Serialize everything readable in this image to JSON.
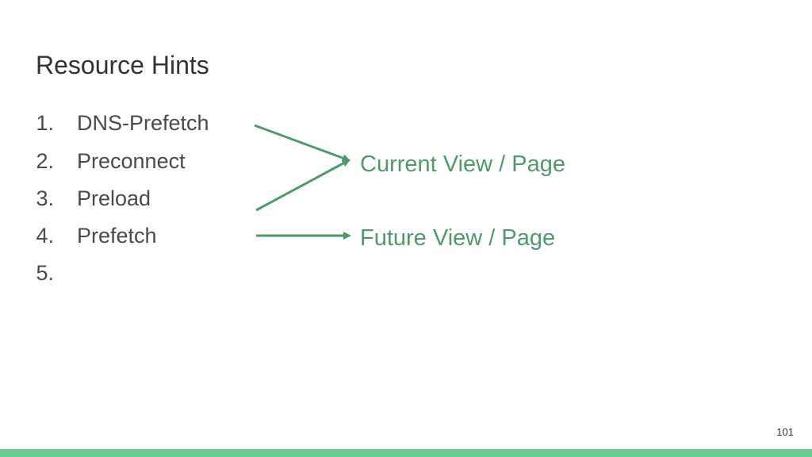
{
  "slide": {
    "title": "Resource Hints",
    "items": [
      {
        "number": "1.",
        "label": "DNS-Prefetch"
      },
      {
        "number": "2.",
        "label": "Preconnect"
      },
      {
        "number": "3.",
        "label": "Preload"
      },
      {
        "number": "4.",
        "label": "Prefetch"
      },
      {
        "number": "5.",
        "label": ""
      }
    ],
    "targets": {
      "current": "Current View / Page",
      "future": "Future View / Page"
    },
    "page_number": "101"
  },
  "colors": {
    "accent_green": "#4f9a6a",
    "bottom_bar": "#6ccb95",
    "text": "#4a4a4a"
  }
}
